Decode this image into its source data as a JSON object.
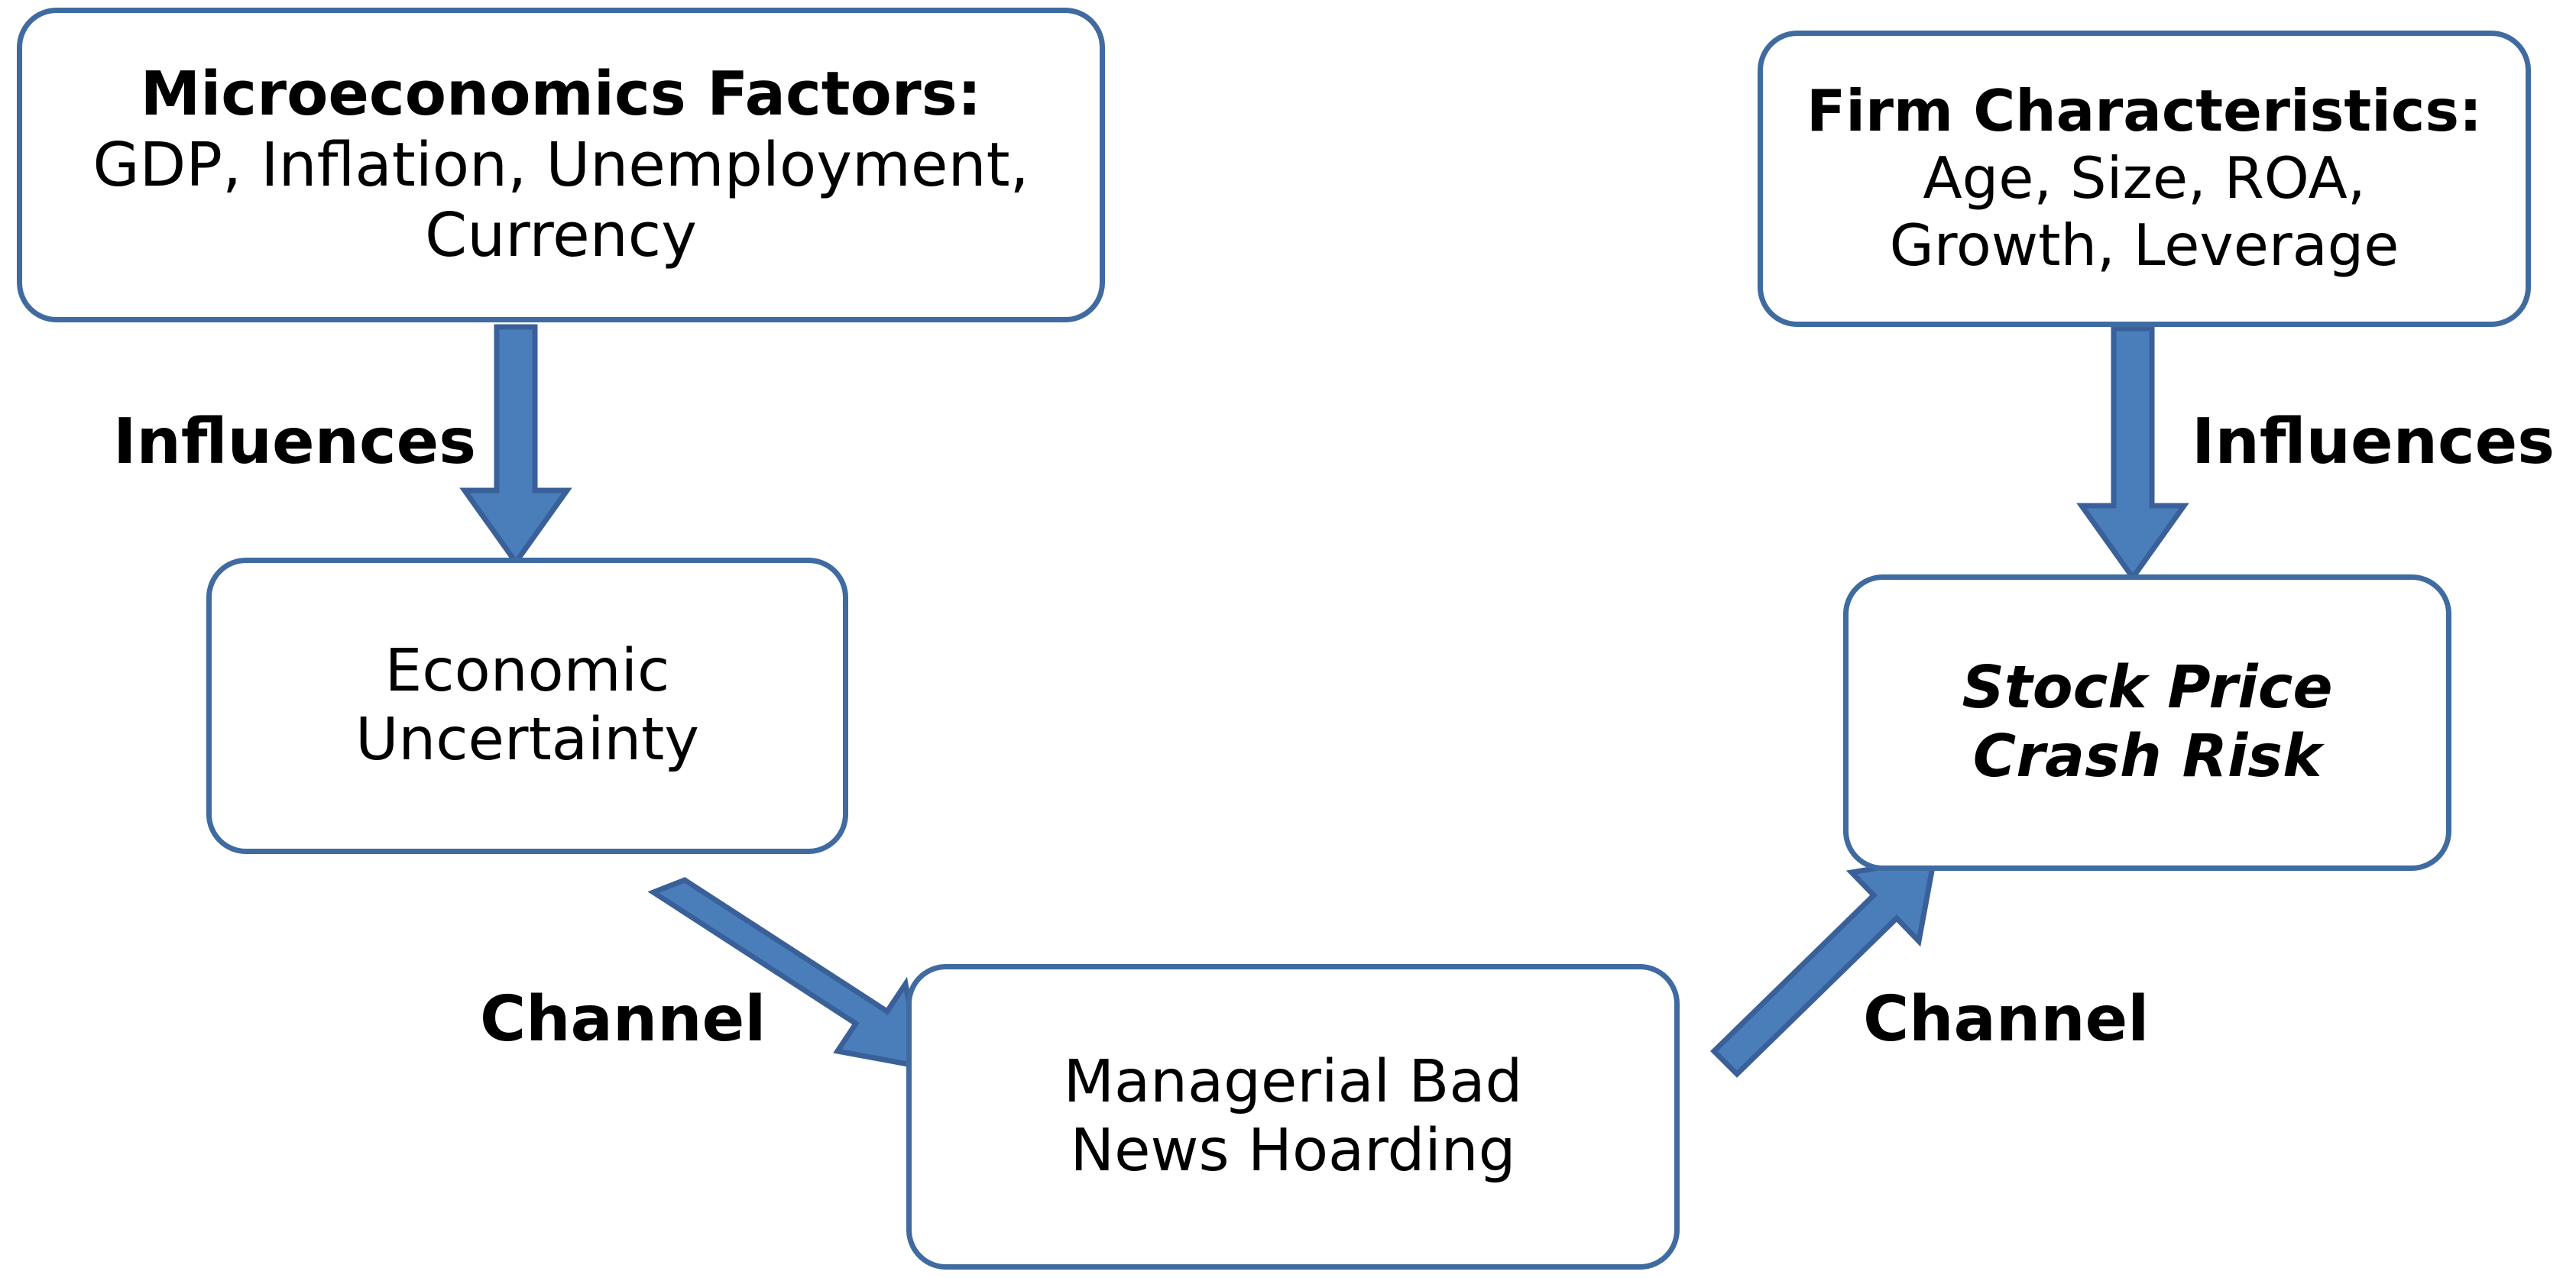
{
  "diagram": {
    "title": "Economic Uncertainty and Stock Price Crash Risk conceptual framework",
    "colors": {
      "box_border": "#3F6BA0",
      "box_fill": "#FFFFFF",
      "arrow_fill": "#4A7EBB",
      "arrow_stroke": "#3A6099",
      "text": "#000000"
    },
    "nodes": {
      "microeconomics": {
        "heading": "Microeconomics Factors:",
        "line1": "GDP, Inflation, Unemployment,",
        "line2": "Currency"
      },
      "firm": {
        "heading": "Firm Characteristics:",
        "line1": "Age, Size, ROA,",
        "line2": "Growth, Leverage"
      },
      "economic_uncertainty": {
        "line1": "Economic",
        "line2": "Uncertainty"
      },
      "crash_risk": {
        "line1": "Stock Price",
        "line2": "Crash Risk"
      },
      "hoarding": {
        "line1": "Managerial Bad",
        "line2": "News Hoarding"
      }
    },
    "edges": {
      "influences_left": "Influences",
      "influences_right": "Influences",
      "channel_left": "Channel",
      "channel_right": "Channel"
    },
    "arrows": [
      {
        "name": "microeconomics-to-economic-uncertainty",
        "direction": "down"
      },
      {
        "name": "firm-to-crash-risk",
        "direction": "down"
      },
      {
        "name": "economic-uncertainty-to-hoarding",
        "direction": "down-right"
      },
      {
        "name": "hoarding-to-crash-risk",
        "direction": "up-right"
      }
    ]
  }
}
